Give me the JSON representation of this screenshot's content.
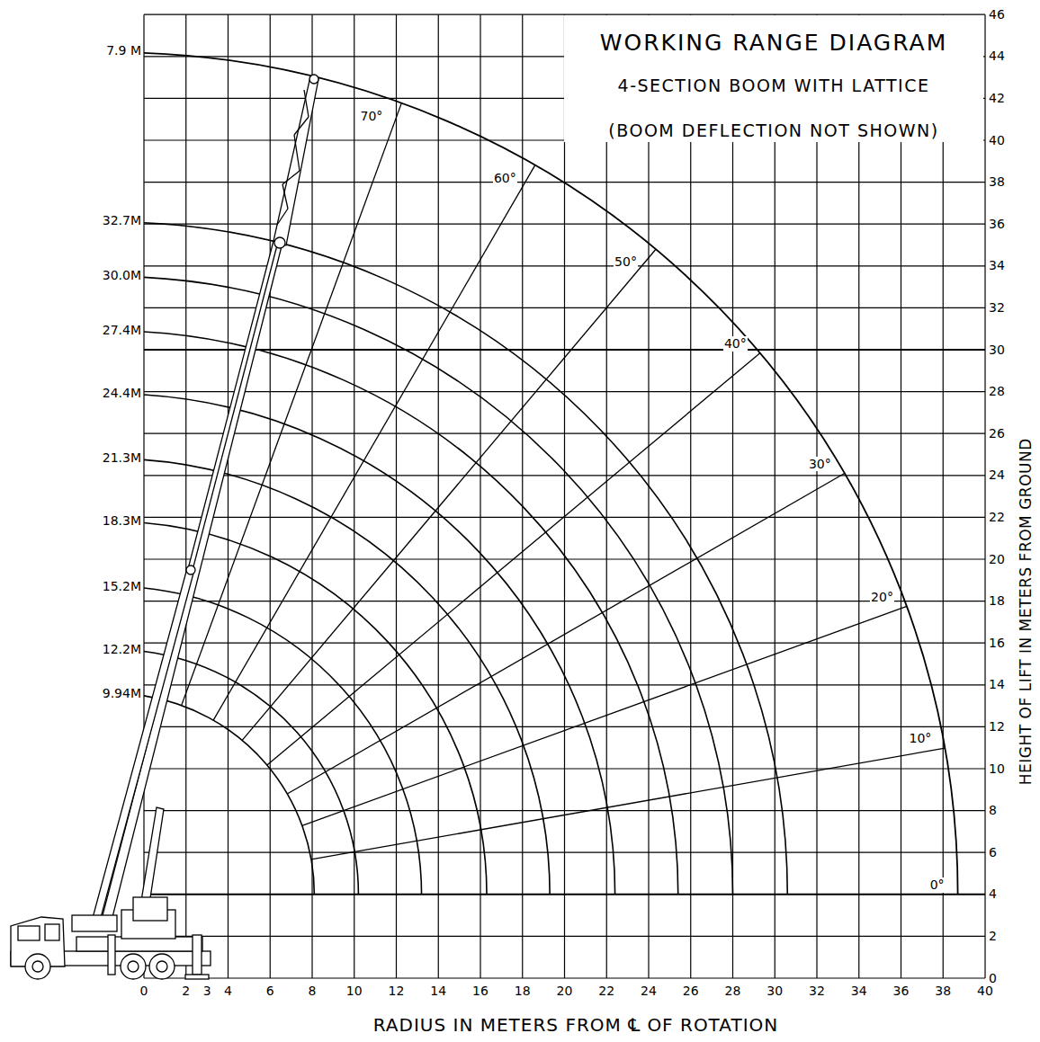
{
  "diagram": {
    "title": "WORKING RANGE DIAGRAM",
    "labels": [
      "4-SECTION BOOM WITH LATTICE",
      "(BOOM DEFLECTION NOT SHOWN)",
      "7.9 M",
      "32.7M",
      "30.0M",
      "27.4M",
      "24.4M",
      "21.3M",
      "18.3M",
      "15.2M",
      "12.2M",
      "9.94M",
      "70°",
      "60°",
      "50°",
      "40°",
      "30°",
      "20°",
      "10°",
      "0°",
      "0",
      "2",
      "3",
      "4",
      "6",
      "8",
      "10",
      "12",
      "14",
      "16",
      "18",
      "20",
      "22",
      "24",
      "26",
      "28",
      "30",
      "32",
      "34",
      "36",
      "38",
      "40",
      "0",
      "2",
      "4",
      "6",
      "8",
      "10",
      "12",
      "14",
      "16",
      "18",
      "20",
      "22",
      "24",
      "26",
      "28",
      "30",
      "32",
      "34",
      "36",
      "38",
      "40",
      "42",
      "44",
      "46",
      "RADIUS IN METERS FROM ℄ OF ROTATION",
      "HEIGHT OF LIFT IN METERS FROM GROUND"
    ]
  }
}
